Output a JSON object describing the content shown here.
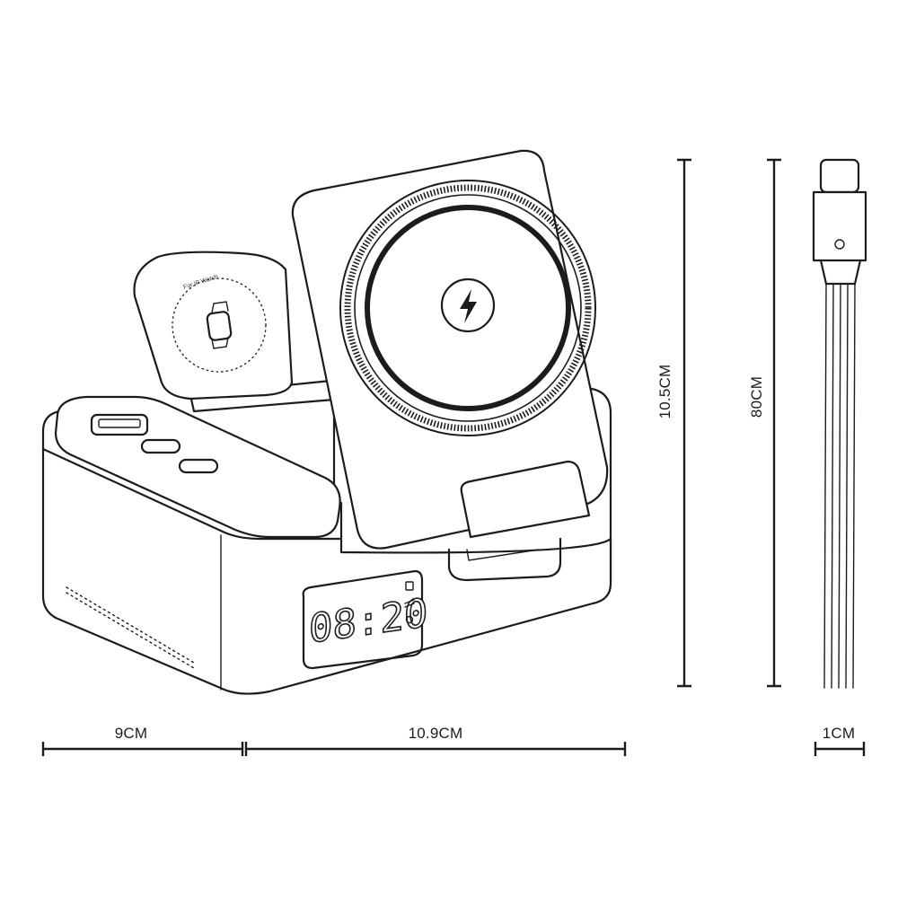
{
  "watch_pad_label": "For iP Watch",
  "clock_display": "08:20",
  "dimensions": {
    "base_left_width": "9CM",
    "base_right_width": "10.9CM",
    "height": "10.5CM",
    "cable_length": "80CM",
    "cable_width": "1CM"
  },
  "colors": {
    "line": "#1c1c1c",
    "background": "#ffffff"
  }
}
